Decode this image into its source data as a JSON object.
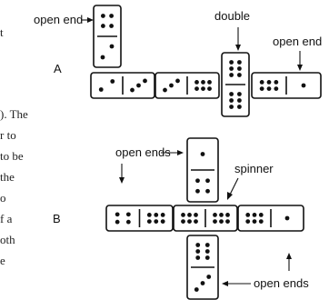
{
  "left_text_fragments": [
    "t",
    "). The",
    "r to",
    "to be",
    "the",
    "o",
    "f a",
    "oth",
    "e"
  ],
  "labels": {
    "open_end_top_left": "open end",
    "double": "double",
    "open_end_top_right": "open end",
    "section_a": "A",
    "open_ends_top": "open ends",
    "spinner": "spinner",
    "section_b": "B",
    "open_ends_bottom": "open ends"
  },
  "dominoes": [
    {
      "id": "a-vertical-top",
      "halves": [
        4,
        2
      ]
    },
    {
      "id": "a-row-1",
      "halves": [
        2,
        3
      ]
    },
    {
      "id": "a-row-2",
      "halves": [
        3,
        6
      ]
    },
    {
      "id": "a-double",
      "halves": [
        6,
        6
      ]
    },
    {
      "id": "a-row-end",
      "halves": [
        6,
        1
      ]
    },
    {
      "id": "b-vertical-top",
      "halves": [
        1,
        4
      ]
    },
    {
      "id": "b-row-left",
      "halves": [
        4,
        6
      ]
    },
    {
      "id": "b-spinner",
      "halves": [
        6,
        6
      ]
    },
    {
      "id": "b-row-right",
      "halves": [
        6,
        1
      ]
    },
    {
      "id": "b-vertical-bottom",
      "halves": [
        6,
        3
      ]
    }
  ]
}
